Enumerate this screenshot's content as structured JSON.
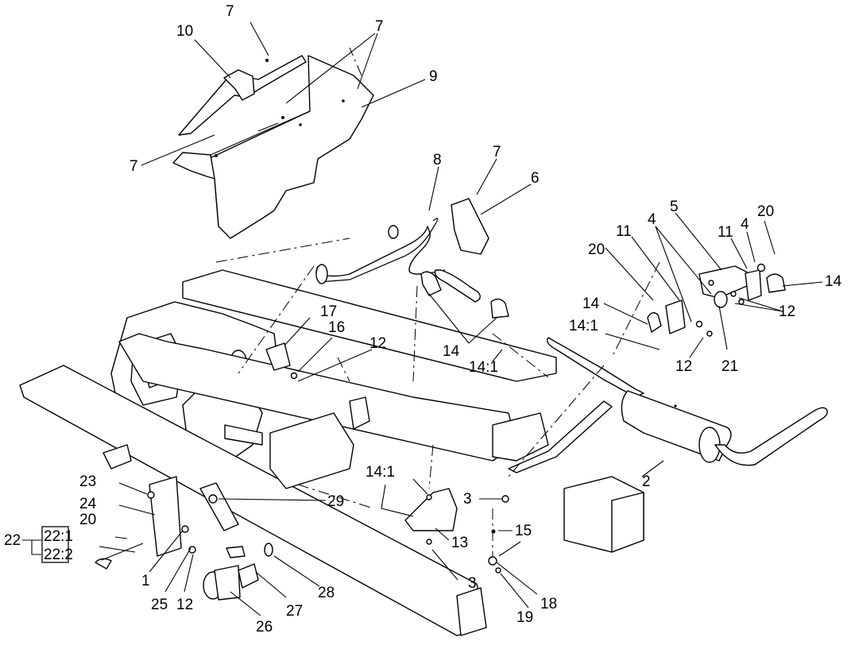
{
  "diagram": {
    "callouts": [
      {
        "id": "c7a",
        "text": "7"
      },
      {
        "id": "c10",
        "text": "10"
      },
      {
        "id": "c7b",
        "text": "7"
      },
      {
        "id": "c9",
        "text": "9"
      },
      {
        "id": "c7c",
        "text": "7"
      },
      {
        "id": "c8",
        "text": "8"
      },
      {
        "id": "c7d",
        "text": "7"
      },
      {
        "id": "c6",
        "text": "6"
      },
      {
        "id": "c5",
        "text": "5"
      },
      {
        "id": "c4a",
        "text": "4"
      },
      {
        "id": "c4b",
        "text": "4"
      },
      {
        "id": "c20a",
        "text": "20"
      },
      {
        "id": "c11a",
        "text": "11"
      },
      {
        "id": "c11b",
        "text": "11"
      },
      {
        "id": "c20b",
        "text": "20"
      },
      {
        "id": "c14a",
        "text": "14"
      },
      {
        "id": "c14b",
        "text": "14"
      },
      {
        "id": "c12a",
        "text": "12"
      },
      {
        "id": "c141a",
        "text": "14:1"
      },
      {
        "id": "c12b",
        "text": "12"
      },
      {
        "id": "c21",
        "text": "21"
      },
      {
        "id": "c14c",
        "text": "14"
      },
      {
        "id": "c141b",
        "text": "14:1"
      },
      {
        "id": "c17",
        "text": "17"
      },
      {
        "id": "c16",
        "text": "16"
      },
      {
        "id": "c12c",
        "text": "12"
      },
      {
        "id": "c2",
        "text": "2"
      },
      {
        "id": "c141c",
        "text": "14:1"
      },
      {
        "id": "c3a",
        "text": "3"
      },
      {
        "id": "c15",
        "text": "15"
      },
      {
        "id": "c13",
        "text": "13"
      },
      {
        "id": "c3b",
        "text": "3"
      },
      {
        "id": "c18",
        "text": "18"
      },
      {
        "id": "c19",
        "text": "19"
      },
      {
        "id": "c23",
        "text": "23"
      },
      {
        "id": "c24",
        "text": "24"
      },
      {
        "id": "c29",
        "text": "29"
      },
      {
        "id": "c20c",
        "text": "20"
      },
      {
        "id": "c22",
        "text": "22"
      },
      {
        "id": "c221",
        "text": "22:1"
      },
      {
        "id": "c222",
        "text": "22:2"
      },
      {
        "id": "c1",
        "text": "1"
      },
      {
        "id": "c25",
        "text": "25"
      },
      {
        "id": "c12d",
        "text": "12"
      },
      {
        "id": "c26",
        "text": "26"
      },
      {
        "id": "c27",
        "text": "27"
      },
      {
        "id": "c28",
        "text": "28"
      }
    ]
  }
}
